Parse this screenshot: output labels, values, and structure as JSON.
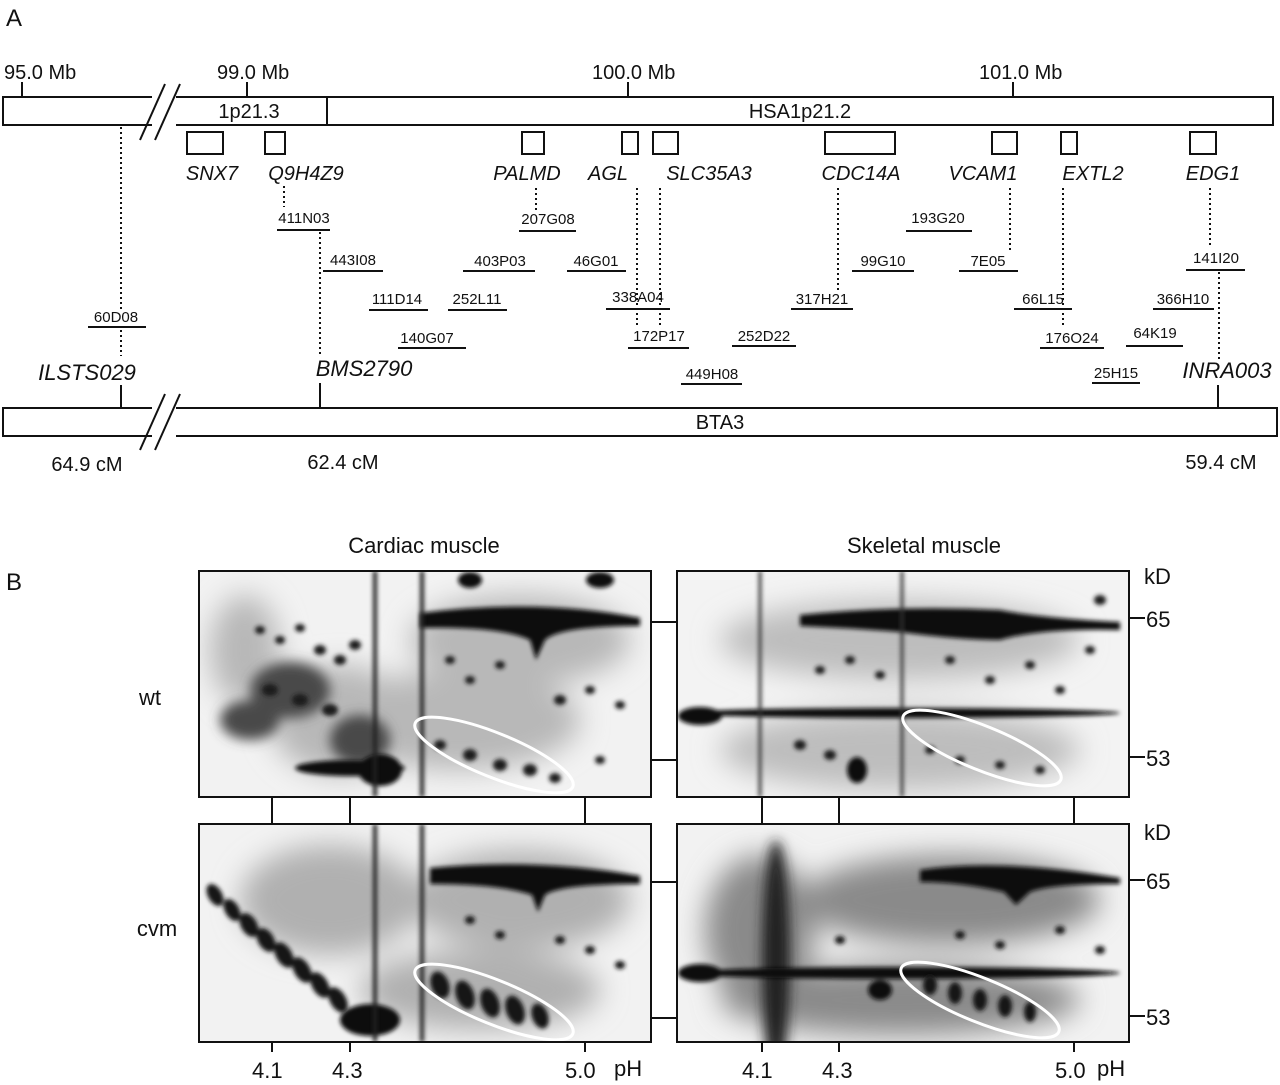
{
  "panel_a": {
    "letter": "A",
    "mb_ticks": [
      "95.0 Mb",
      "99.0 Mb",
      "100.0 Mb",
      "101.0 Mb"
    ],
    "hsa_band_1": "1p21.3",
    "hsa_band_2": "HSA1p21.2",
    "genes": [
      "SNX7",
      "Q9H4Z9",
      "PALMD",
      "AGL",
      "SLC35A3",
      "CDC14A",
      "VCAM1",
      "EXTL2",
      "EDG1"
    ],
    "clones": [
      "60D08",
      "411N03",
      "443I08",
      "111D14",
      "140G07",
      "252L11",
      "403P03",
      "207G08",
      "46G01",
      "338A04",
      "172P17",
      "449H08",
      "252D22",
      "317H21",
      "99G10",
      "193G20",
      "7E05",
      "66L15",
      "176O24",
      "366H10",
      "141I20",
      "64K19",
      "25H15"
    ],
    "markers": [
      "ILSTS029",
      "BMS2790",
      "INRA003"
    ],
    "bta_label": "BTA3",
    "cm_labels": [
      "64.9 cM",
      "62.4 cM",
      "59.4 cM"
    ]
  },
  "panel_b": {
    "letter": "B",
    "col_titles": [
      "Cardiac muscle",
      "Skeletal muscle"
    ],
    "row_labels": [
      "wt",
      "cvm"
    ],
    "kd_unit": "kD",
    "kd_values": [
      "65",
      "53"
    ],
    "ph_ticks": [
      "4.1",
      "4.3",
      "5.0"
    ],
    "ph_unit": "pH"
  }
}
